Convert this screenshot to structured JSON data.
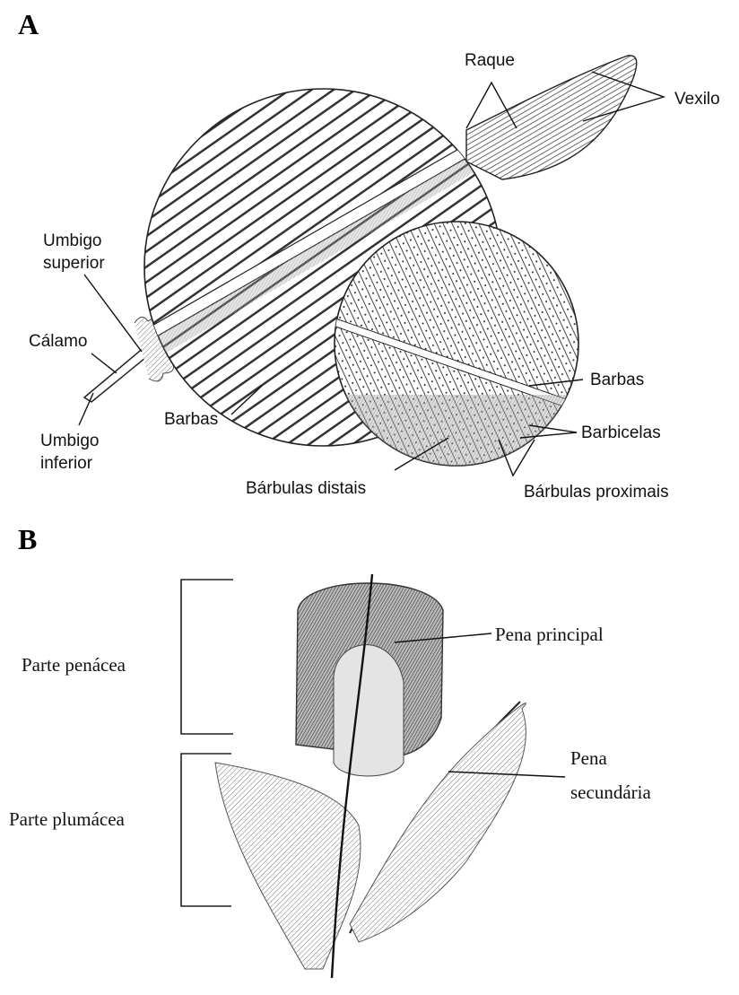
{
  "panel_a": {
    "letter": "A",
    "labels": {
      "raque": "Raque",
      "vexilo": "Vexilo",
      "umbigo_superior_line1": "Umbigo",
      "umbigo_superior_line2": "superior",
      "calamo": "Cálamo",
      "umbigo_inferior_line1": "Umbigo",
      "umbigo_inferior_line2": "inferior",
      "barbas_left": "Barbas",
      "barbas_right": "Barbas",
      "barbicelas": "Barbicelas",
      "barbulas_distais": "Bárbulas distais",
      "barbulas_proximais": "Bárbulas proximais"
    }
  },
  "panel_b": {
    "letter": "B",
    "labels": {
      "parte_penacea": "Parte penácea",
      "parte_plumacea": "Parte plumácea",
      "pena_principal": "Pena principal",
      "pena_secundaria_line1": "Pena",
      "pena_secundaria_line2": "secundária"
    }
  }
}
